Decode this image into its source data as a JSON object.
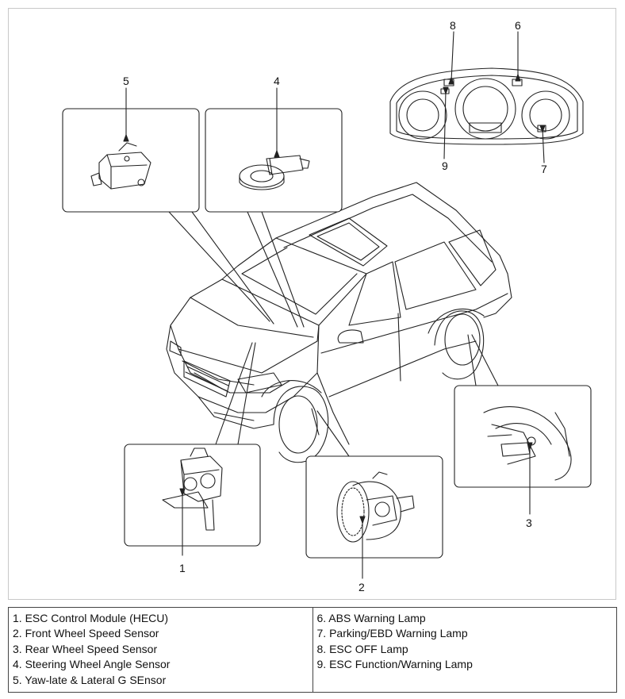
{
  "callouts": [
    "1",
    "2",
    "3",
    "4",
    "5",
    "6",
    "7",
    "8",
    "9"
  ],
  "legend": {
    "left": [
      "1. ESC Control Module (HECU)",
      "2. Front Wheel Speed Sensor",
      "3. Rear Wheel Speed Sensor",
      "4. Steering Wheel Angle Sensor",
      "5. Yaw-late & Lateral G SEnsor"
    ],
    "right": [
      "6. ABS Warning Lamp",
      "7. Parking/EBD Warning Lamp",
      "8. ESC OFF Lamp",
      "9. ESC Function/Warning Lamp"
    ]
  },
  "colors": {
    "line": "#222222",
    "frame": "#c8c8c8"
  }
}
